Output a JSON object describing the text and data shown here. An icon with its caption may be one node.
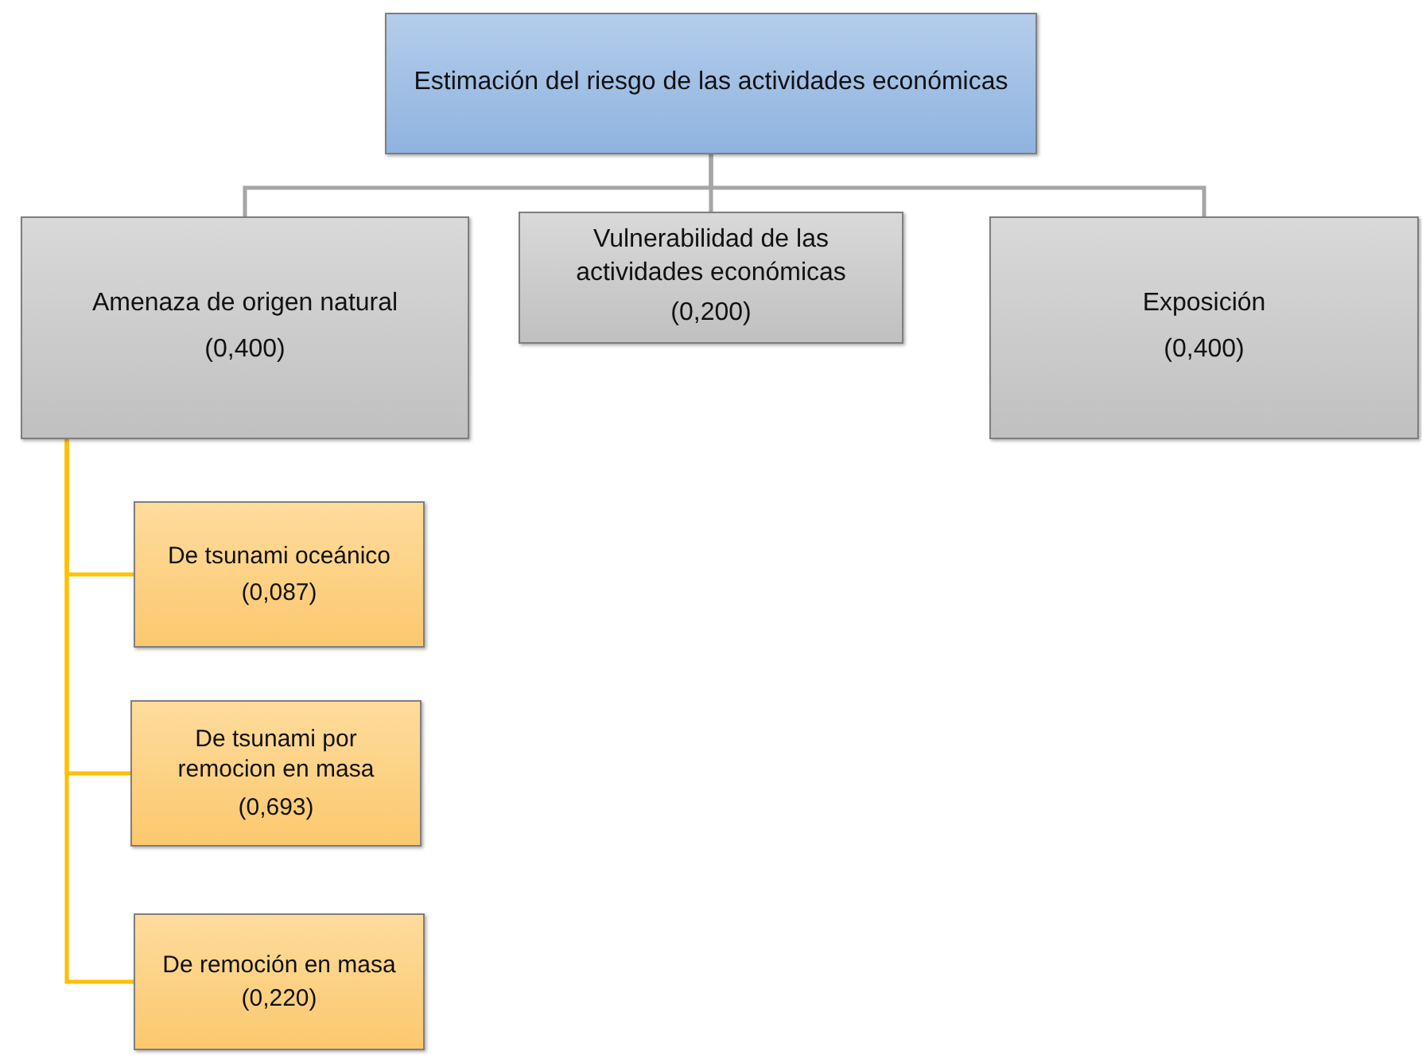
{
  "diagram": {
    "nodes": [
      {
        "text": [
          "Estimación del riesgo de las actividades económicas"
        ]
      },
      {
        "text": [
          "Amenaza de origen natural",
          "(0,400)"
        ]
      },
      {
        "text": [
          "Vulnerabilidad de las actividades económicas",
          "(0,200)"
        ]
      },
      {
        "text": [
          "Exposición",
          "(0,400)"
        ]
      },
      {
        "text": [
          "De tsunami oceánico",
          "(0,087)"
        ]
      },
      {
        "text": [
          "De tsunami por remocion en masa",
          "(0,693)"
        ]
      },
      {
        "text": [
          "De remoción en masa",
          "(0,220)"
        ]
      }
    ],
    "edges": [
      {
        "from": 0,
        "to": 1,
        "arrow": "none"
      },
      {
        "from": 0,
        "to": 2,
        "arrow": "none"
      },
      {
        "from": 0,
        "to": 3,
        "arrow": "none"
      },
      {
        "from": 1,
        "to": 4,
        "arrow": "none",
        "color": "#ffc000"
      },
      {
        "from": 1,
        "to": 5,
        "arrow": "none",
        "color": "#ffc000"
      },
      {
        "from": 1,
        "to": 6,
        "arrow": "none",
        "color": "#ffc000"
      }
    ]
  }
}
